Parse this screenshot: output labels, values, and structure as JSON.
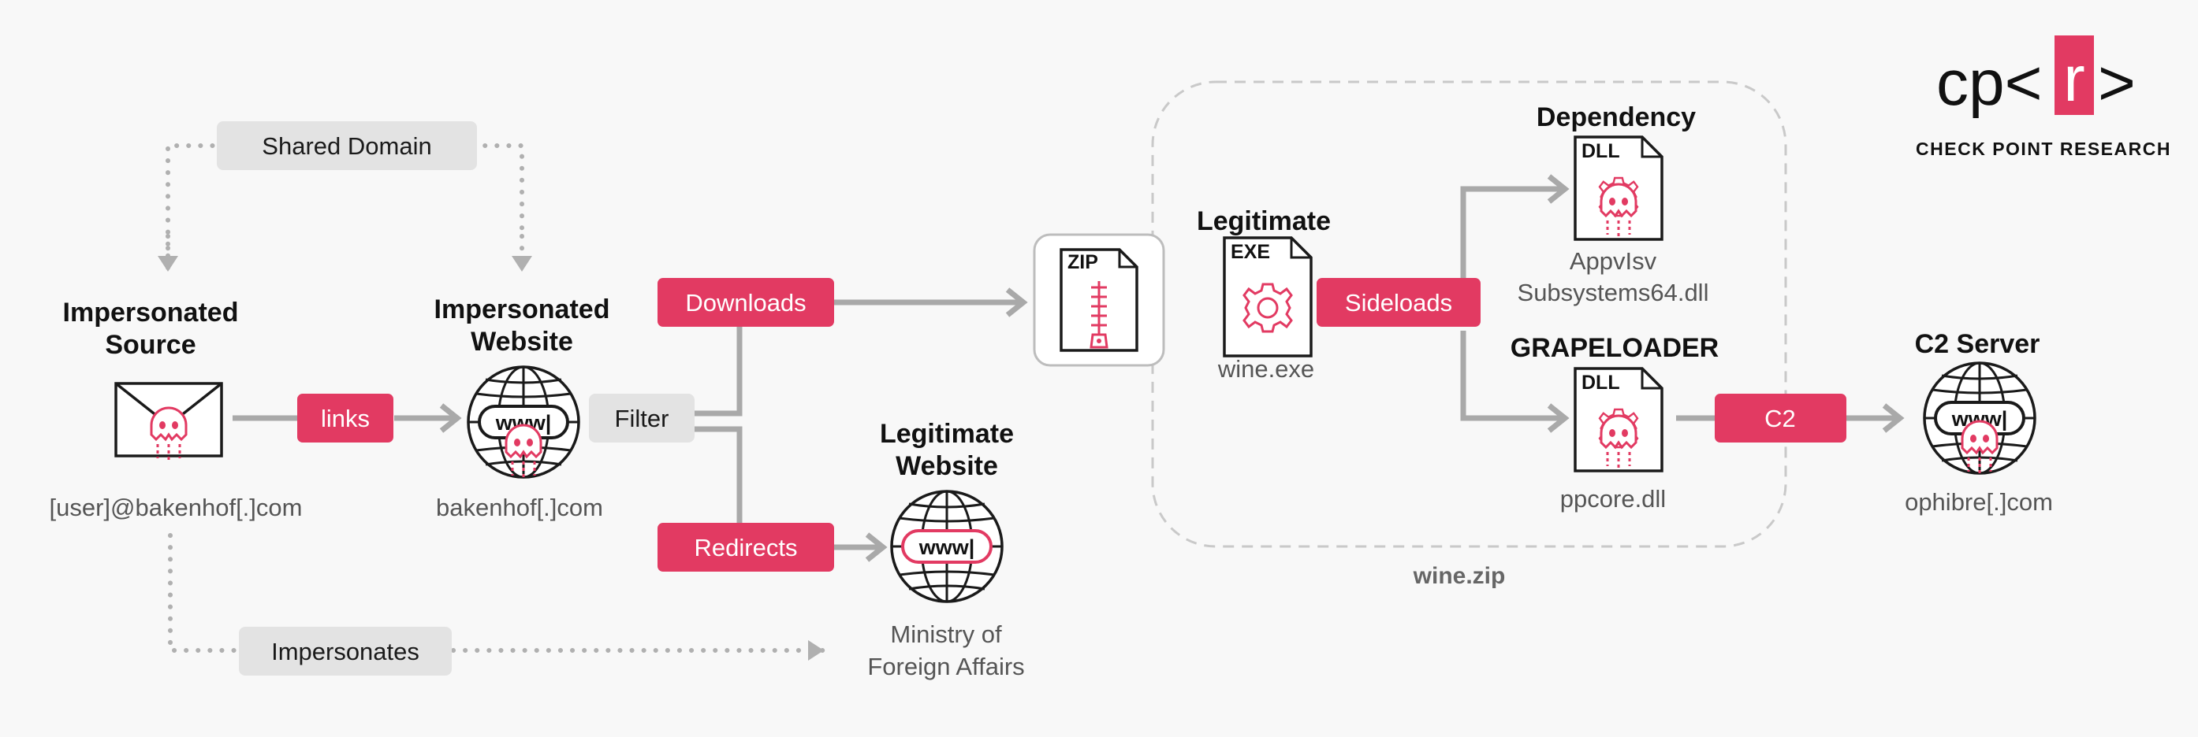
{
  "logo": {
    "mark_prefix": "cp<",
    "mark_letter": "r",
    "mark_suffix": ">",
    "subtitle": "CHECK POINT RESEARCH"
  },
  "colors": {
    "accent": "#e23a62",
    "connector": "#a9a9a9",
    "grey_box": "#e3e3e3",
    "ink": "#1a1a1a"
  },
  "nodes": {
    "source": {
      "title_line1": "Impersonated",
      "title_line2": "Source",
      "caption": "[user]@bakenhof[.]com",
      "icon": "envelope-ghost-icon"
    },
    "website": {
      "title_line1": "Impersonated",
      "title_line2": "Website",
      "caption": "bakenhof[.]com",
      "icon": "globe-ghost-icon"
    },
    "legit_site": {
      "title_line1": "Legitimate",
      "title_line2": "Website",
      "caption_line1": "Ministry of",
      "caption_line2": "Foreign Affairs",
      "icon": "globe-icon"
    },
    "zip": {
      "label": "ZIP",
      "icon": "zip-file-icon"
    },
    "exe": {
      "title": "Legitimate",
      "label": "EXE",
      "caption": "wine.exe",
      "icon": "gear-file-icon"
    },
    "dependency": {
      "title": "Dependency",
      "label": "DLL",
      "caption_line1": "AppvIsv",
      "caption_line2": "Subsystems64.dll",
      "icon": "dll-ghost-icon"
    },
    "grapeloader": {
      "title": "GRAPELOADER",
      "label": "DLL",
      "caption": "ppcore.dll",
      "icon": "dll-ghost-icon"
    },
    "c2": {
      "title": "C2 Server",
      "caption": "ophibre[.]com",
      "icon": "globe-ghost-icon"
    },
    "wine_zip": {
      "label": "wine.zip"
    },
    "globe_text": "www|"
  },
  "tags": {
    "shared_domain": "Shared Domain",
    "impersonates": "Impersonates",
    "filter": "Filter"
  },
  "buttons": {
    "links": "links",
    "downloads": "Downloads",
    "redirects": "Redirects",
    "sideloads": "Sideloads",
    "c2": "C2"
  }
}
